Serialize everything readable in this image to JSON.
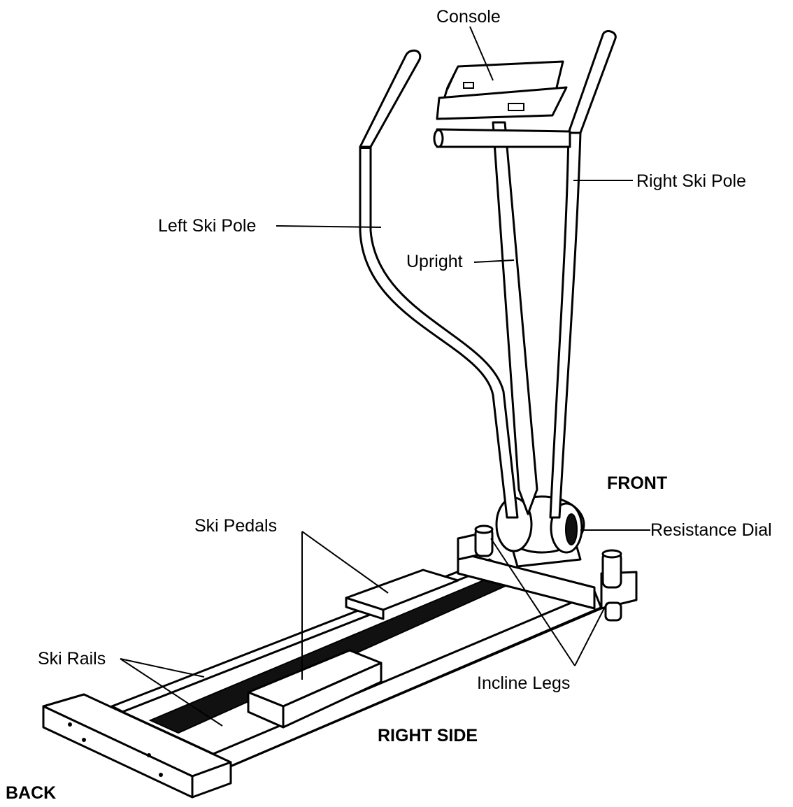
{
  "labels": {
    "console": "Console",
    "right_ski_pole": "Right Ski Pole",
    "left_ski_pole": "Left Ski Pole",
    "upright": "Upright",
    "front": "FRONT",
    "ski_pedals": "Ski Pedals",
    "resistance_dial": "Resistance Dial",
    "ski_rails": "Ski Rails",
    "incline_legs": "Incline Legs",
    "right_side": "RIGHT SIDE",
    "back": "BACK"
  }
}
